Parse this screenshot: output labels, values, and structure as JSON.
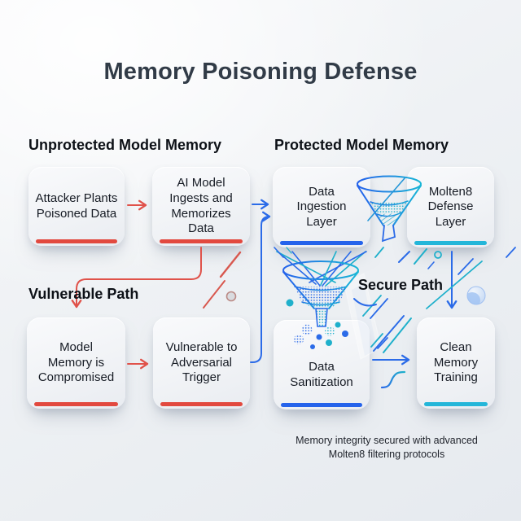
{
  "title": "Memory Poisoning Defense",
  "headings": {
    "unprotected": "Unprotected Model Memory",
    "protected": "Protected Model Memory",
    "vulnerable_path": "Vulnerable Path",
    "secure_path": "Secure Path"
  },
  "nodes": {
    "attacker": {
      "label": "Attacker Plants Poisoned Data",
      "accent": "#e2493f"
    },
    "ai_model": {
      "label": "AI Model Ingests and Memorizes Data",
      "accent": "#e2493f"
    },
    "data_ingestion": {
      "label": "Data Ingestion Layer",
      "accent": "#2563eb"
    },
    "molten8_defense": {
      "label": "Molten8 Defense Layer",
      "accent": "#24b6d9"
    },
    "model_memory": {
      "label": "Model Memory is Compromised",
      "accent": "#e2493f"
    },
    "adversarial_trigger": {
      "label": "Vulnerable to Adversarial Trigger",
      "accent": "#e2493f"
    },
    "data_sanitization": {
      "label": "Data Sanitization",
      "accent": "#2563eb"
    },
    "clean_memory": {
      "label": "Clean Memory Training",
      "accent": "#24b6d9"
    }
  },
  "footer": {
    "line1": "Memory integrity secured with advanced",
    "line2": "Molten8 filtering protocols"
  },
  "colors": {
    "arrow_red": "#e0524a",
    "arrow_blue": "#2b6be8",
    "teal": "#1fb0cb",
    "title_text": "#313b47"
  },
  "icons": {
    "small_funnel": "funnel-icon",
    "large_funnel": "funnel-icon",
    "sphere": "sphere-icon",
    "particles": "data-dots-icon"
  }
}
